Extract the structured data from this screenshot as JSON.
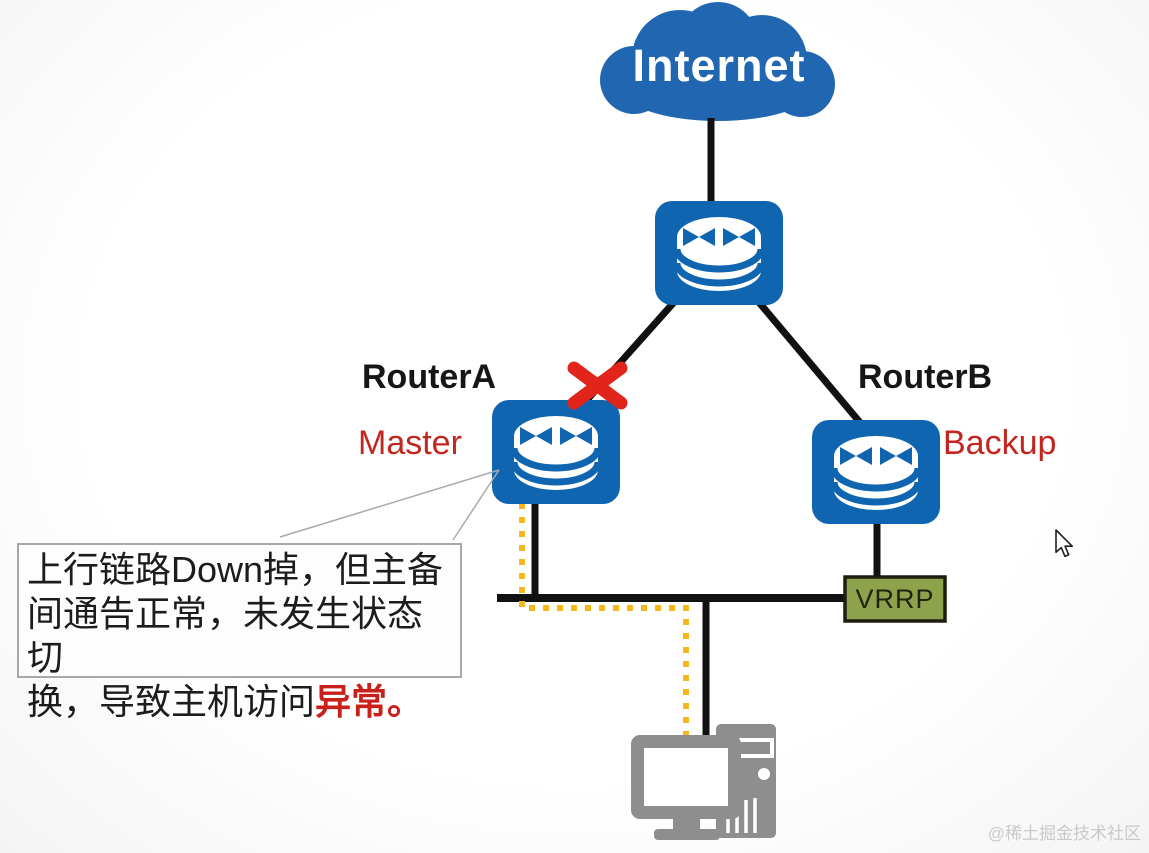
{
  "diagram": {
    "internet": {
      "label": "Internet"
    },
    "router_a": {
      "label": "RouterA",
      "role": "Master"
    },
    "router_b": {
      "label": "RouterB",
      "role": "Backup"
    },
    "vrrp": {
      "label": "VRRP"
    },
    "annotation": {
      "line1": "上行链路Down掉，但主备",
      "line2": "间通告正常，未发生状态切",
      "line3_prefix": "换，导致主机访问",
      "line3_highlight": "异常。"
    },
    "watermark": "@稀土掘金技术社区",
    "colors": {
      "cloud_blue": "#2166b1",
      "router_blue": "#1065b0",
      "link_black": "#111111",
      "failure_red": "#e1251b",
      "role_red": "#c3261f",
      "vrrp_green": "#8da24a",
      "traffic_yellow": "#f4b71d",
      "host_gray": "#8e8e8e"
    }
  }
}
